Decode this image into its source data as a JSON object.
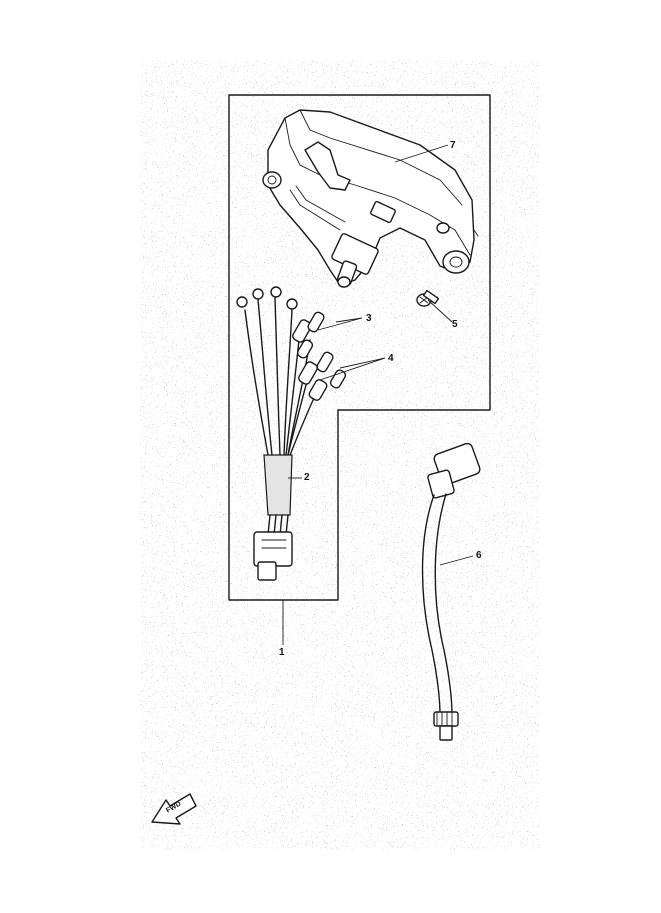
{
  "diagram": {
    "callouts": [
      {
        "id": "1",
        "label": "1"
      },
      {
        "id": "2",
        "label": "2"
      },
      {
        "id": "3",
        "label": "3"
      },
      {
        "id": "4",
        "label": "4"
      },
      {
        "id": "5",
        "label": "5"
      },
      {
        "id": "6",
        "label": "6"
      },
      {
        "id": "7",
        "label": "7"
      }
    ],
    "direction_marker": {
      "label": "FWD",
      "icon": "forward-arrow-icon"
    }
  }
}
